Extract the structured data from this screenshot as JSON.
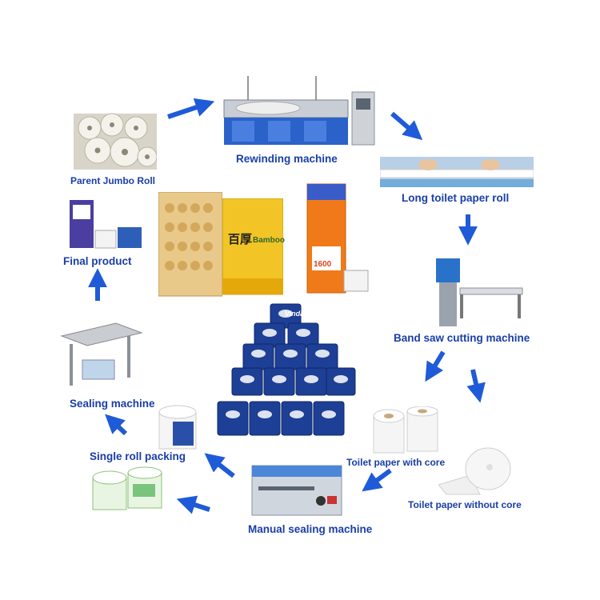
{
  "colors": {
    "label": "#1a3ea8",
    "arrow": "#1f5bd8"
  },
  "stages": {
    "parent_jumbo_roll": "Parent Jumbo Roll",
    "rewinding_machine": "Rewinding machine",
    "long_toilet_paper_roll": "Long toilet paper roll",
    "band_saw_cutting_machine": "Band saw cutting machine",
    "toilet_paper_with_core": "Toilet paper with core",
    "toilet_paper_without_core": "Toilet paper without core",
    "manual_sealing_machine": "Manual sealing machine",
    "single_roll_packing": "Single roll packing",
    "sealing_machine": "Sealing machine",
    "final_product": "Final product"
  },
  "package_prints": {
    "bamboo_brand": "百厚",
    "bamboo_sub": "Bamboo",
    "vinda_badge": "1600",
    "roll_brand": "Vinda"
  },
  "icons": [
    "flow-arrow-icon"
  ]
}
